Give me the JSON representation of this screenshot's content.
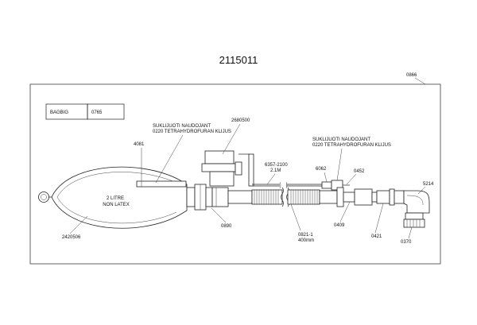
{
  "title": "2115011",
  "assembly_no": "0866",
  "kit_table": {
    "cell_1": "BAGBIG",
    "cell_2": "0765"
  },
  "labels": {
    "bag_text_1": "2 LITRE",
    "bag_text_2": "NON LATEX",
    "bag_part": "2420506",
    "filter_part": "2680500",
    "note_a_line_1": "SUKLIJUOTI NAUDOJANT",
    "note_a_line_2": "0220 TETRAHYDROFURAN KLIJUS",
    "note_b_line_1": "SUKLIJUOTI NAUDOJANT",
    "note_b_line_2": "0220 TETRAHYDROFURAN KLIJUS",
    "connector_part": "4081",
    "tube_part": "6357-2100",
    "tube_length": "2.1M",
    "part_6062": "6062",
    "part_0452": "0452",
    "elbow_part": "5214",
    "part_0890": "0890",
    "hose_part": "0821-1",
    "hose_length": "400mm",
    "part_0409": "0409",
    "part_0421": "0421",
    "part_0370": "0370"
  }
}
